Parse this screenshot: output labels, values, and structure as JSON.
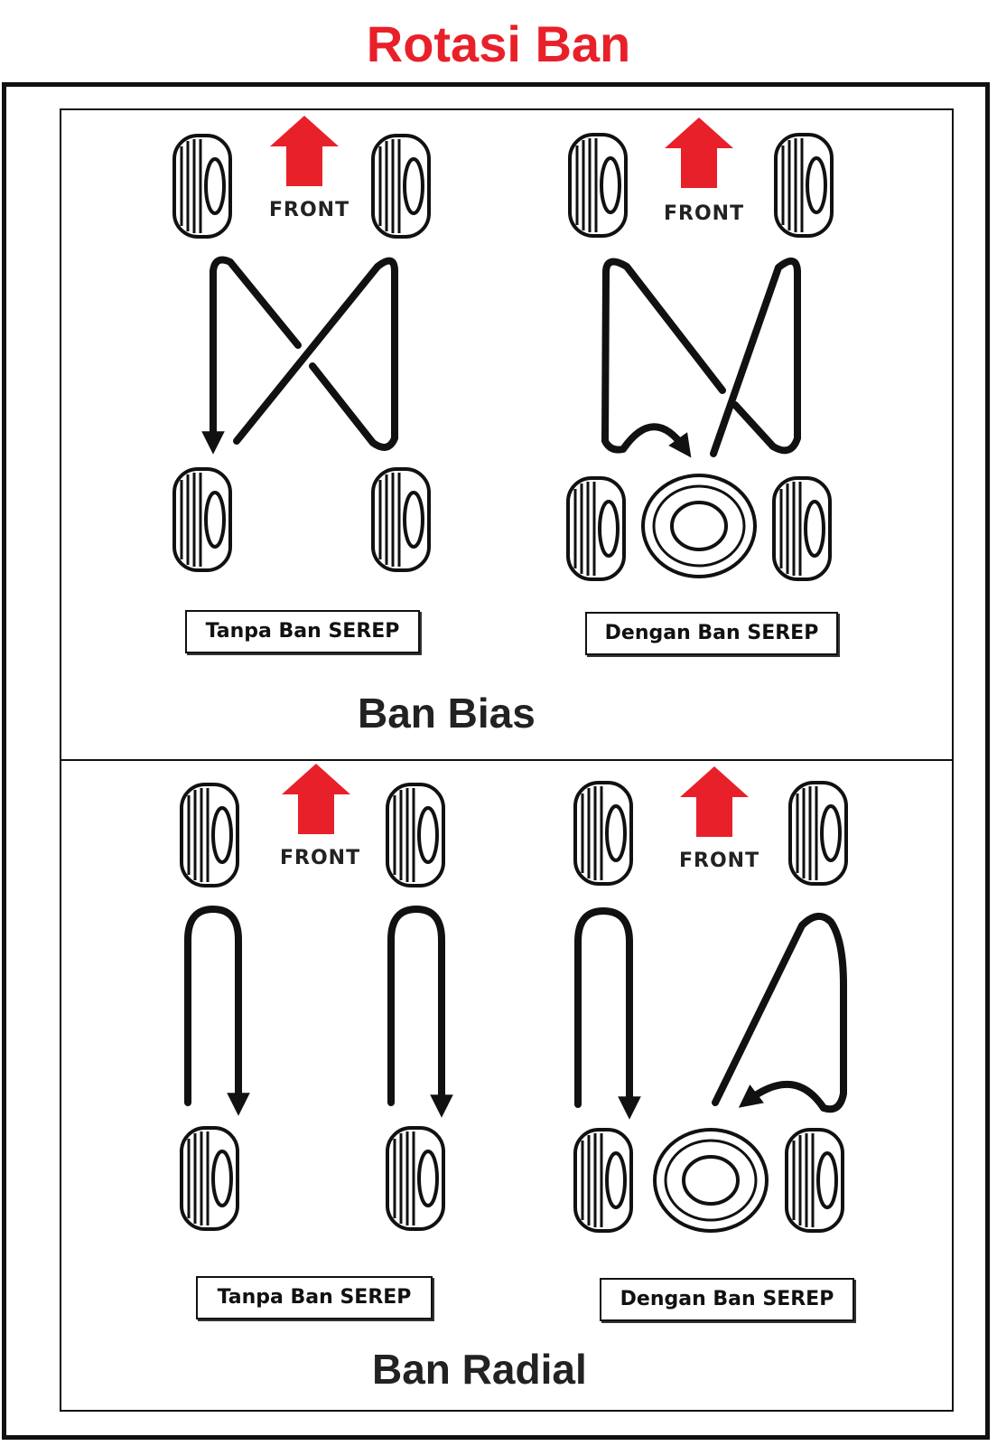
{
  "title": "Rotasi Ban",
  "front_label": "FRONT",
  "sections": [
    {
      "name": "Ban Bias",
      "left_label": "Tanpa Ban SEREP",
      "right_label": "Dengan Ban SEREP"
    },
    {
      "name": "Ban Radial",
      "left_label": "Tanpa Ban SEREP",
      "right_label": "Dengan Ban SEREP"
    }
  ],
  "colors": {
    "title": "#e8202a",
    "arrow": "#e8202a",
    "line": "#111111"
  }
}
